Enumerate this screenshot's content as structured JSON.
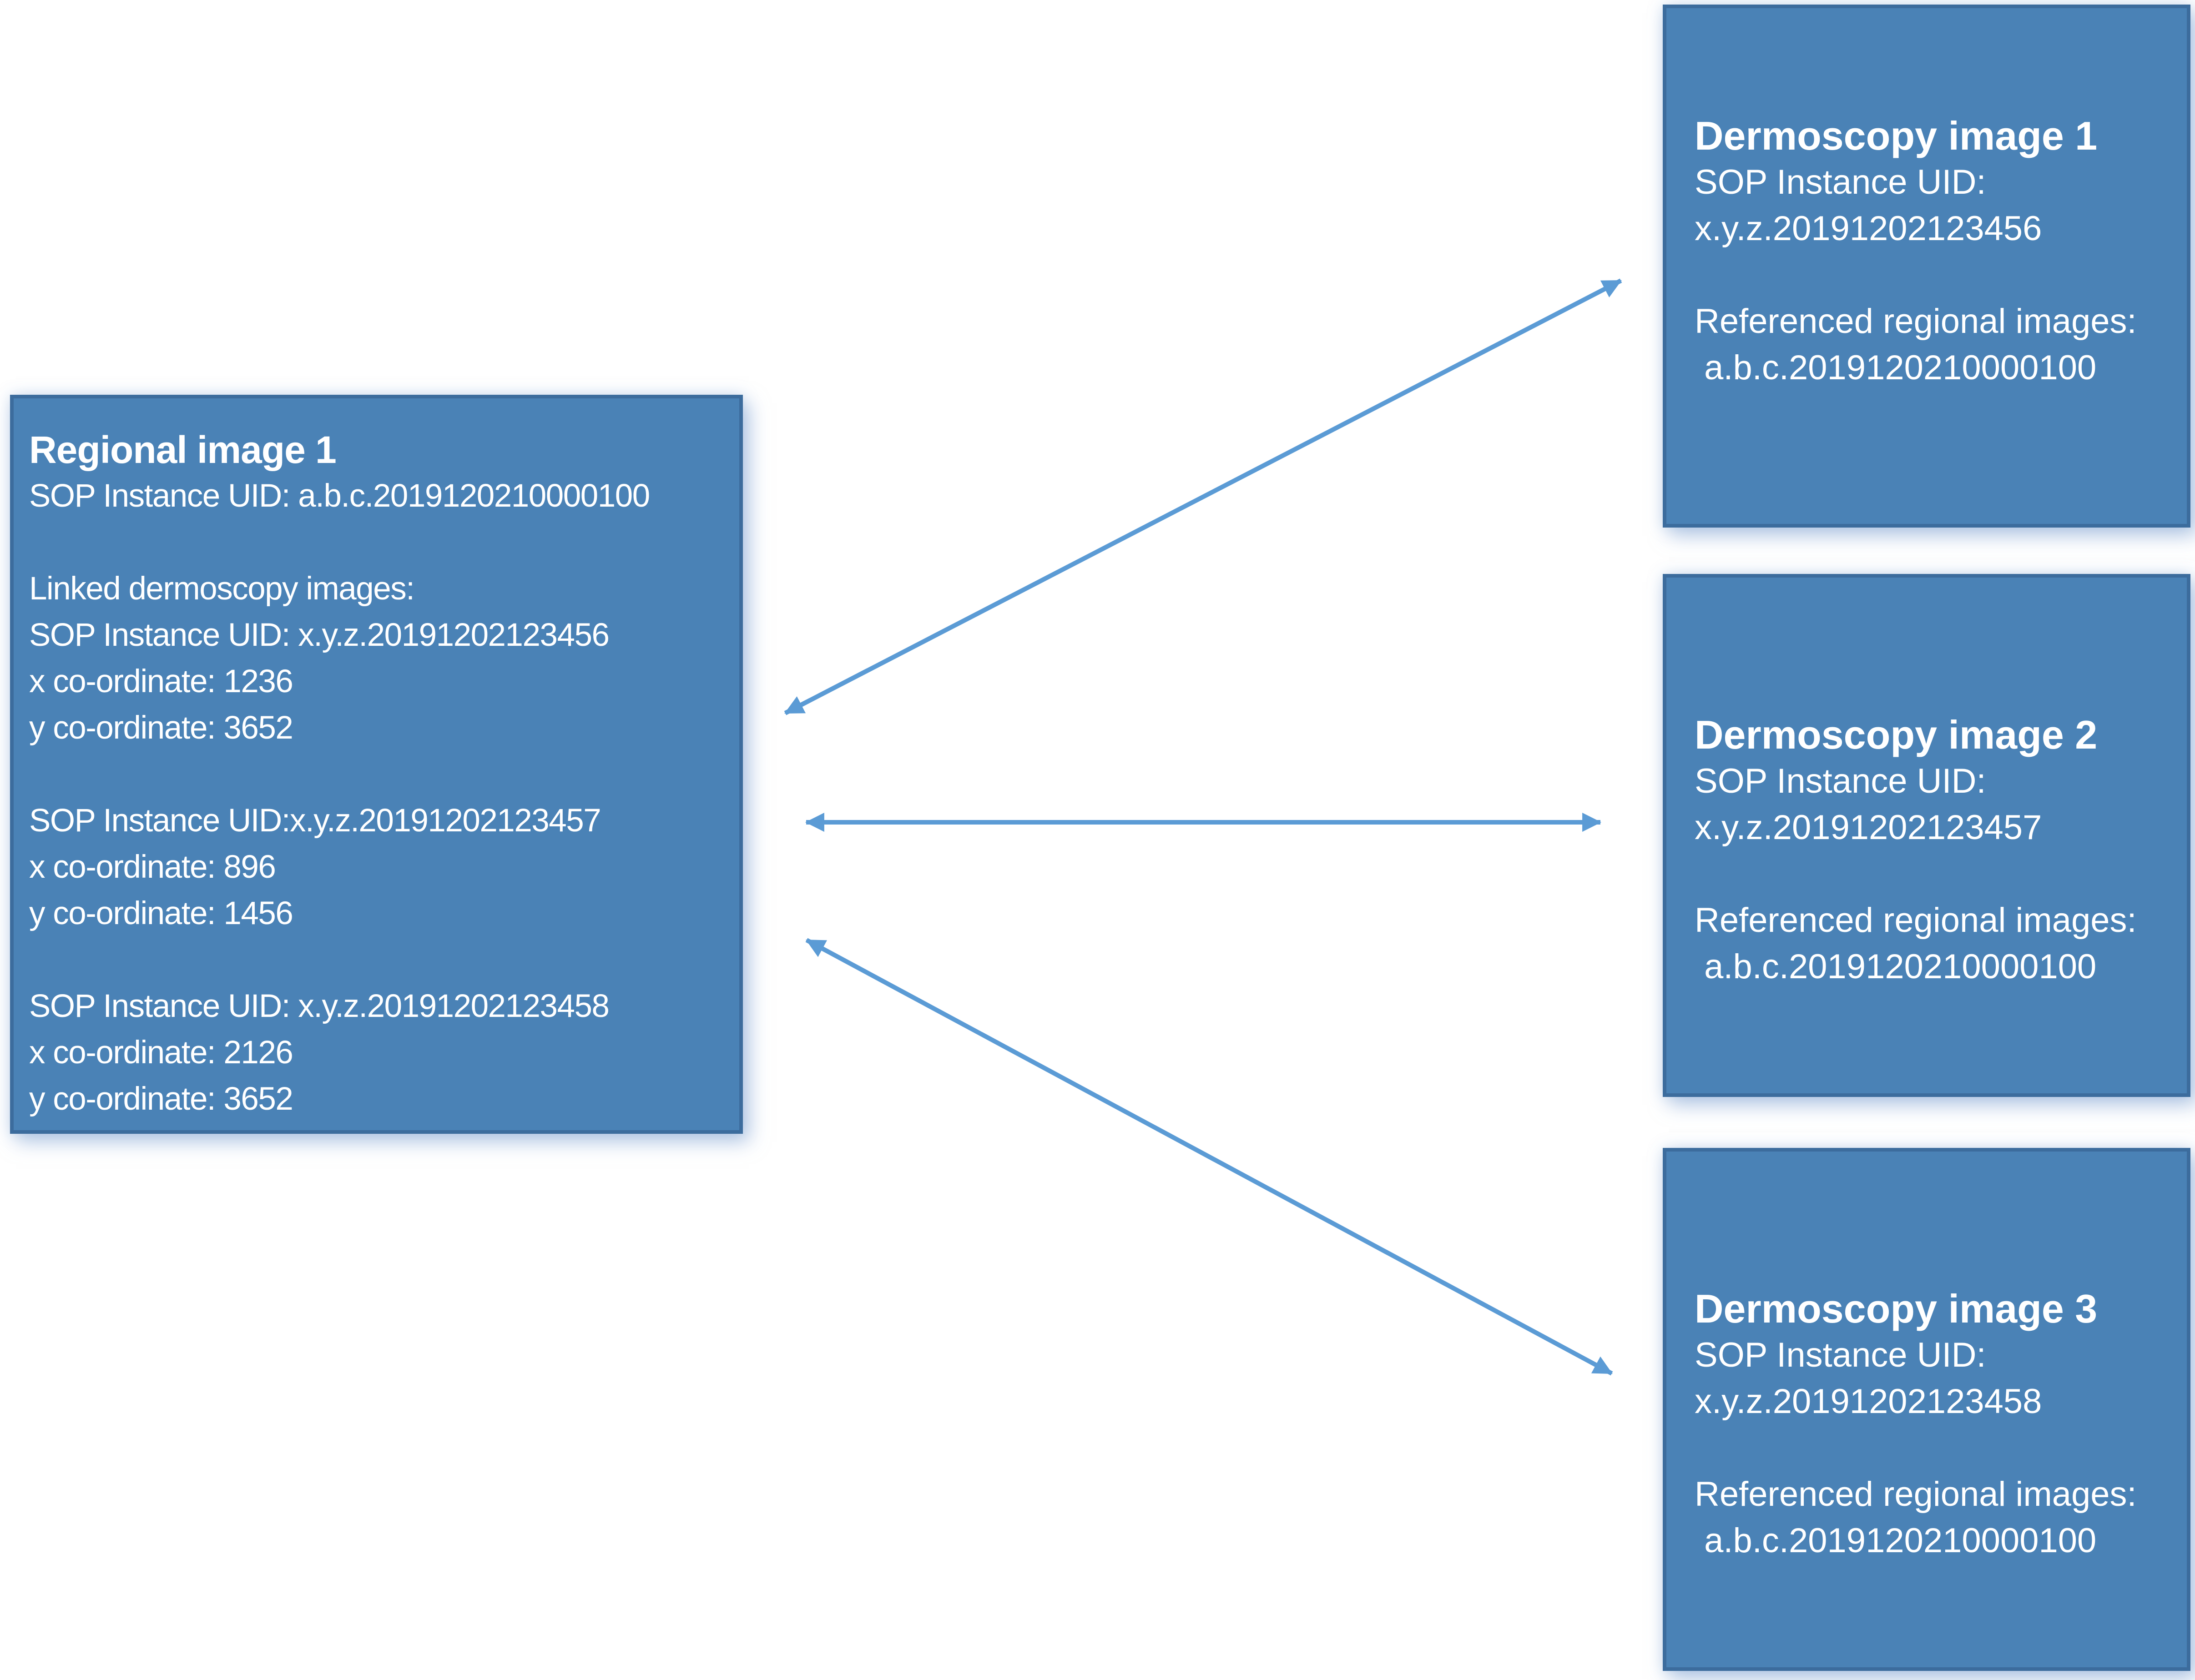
{
  "colors": {
    "box_fill": "#4a82b6",
    "box_border": "#3c6c9d",
    "arrow": "#5b9bd5",
    "text": "#ffffff",
    "background": "#ffffff"
  },
  "regional_box": {
    "title": "Regional image 1",
    "lines": [
      "SOP Instance UID: a.b.c.2019120210000100",
      "",
      "Linked dermoscopy images:",
      "SOP Instance UID: x.y.z.20191202123456",
      "x co-ordinate: 1236",
      "y co-ordinate: 3652",
      "",
      "SOP Instance UID:x.y.z.20191202123457",
      "x co-ordinate: 896",
      "y co-ordinate: 1456",
      "",
      "SOP Instance UID: x.y.z.20191202123458",
      "x co-ordinate: 2126",
      "y co-ordinate: 3652"
    ]
  },
  "dermoscopy_boxes": [
    {
      "title": "Dermoscopy image 1",
      "lines": [
        "SOP Instance UID:",
        "x.y.z.20191202123456",
        "",
        "Referenced regional images:",
        " a.b.c.2019120210000100"
      ]
    },
    {
      "title": "Dermoscopy image 2",
      "lines": [
        "SOP Instance UID:",
        "x.y.z.20191202123457",
        "",
        "Referenced regional images:",
        " a.b.c.2019120210000100"
      ]
    },
    {
      "title": "Dermoscopy image 3",
      "lines": [
        "SOP Instance UID:",
        "x.y.z.20191202123458",
        "",
        "Referenced regional images:",
        " a.b.c.2019120210000100"
      ]
    }
  ],
  "arrows": [
    {
      "from": "Regional image 1",
      "to": "Dermoscopy image 1",
      "bidirectional": true
    },
    {
      "from": "Regional image 1",
      "to": "Dermoscopy image 2",
      "bidirectional": true
    },
    {
      "from": "Regional image 1",
      "to": "Dermoscopy image 3",
      "bidirectional": true
    }
  ]
}
